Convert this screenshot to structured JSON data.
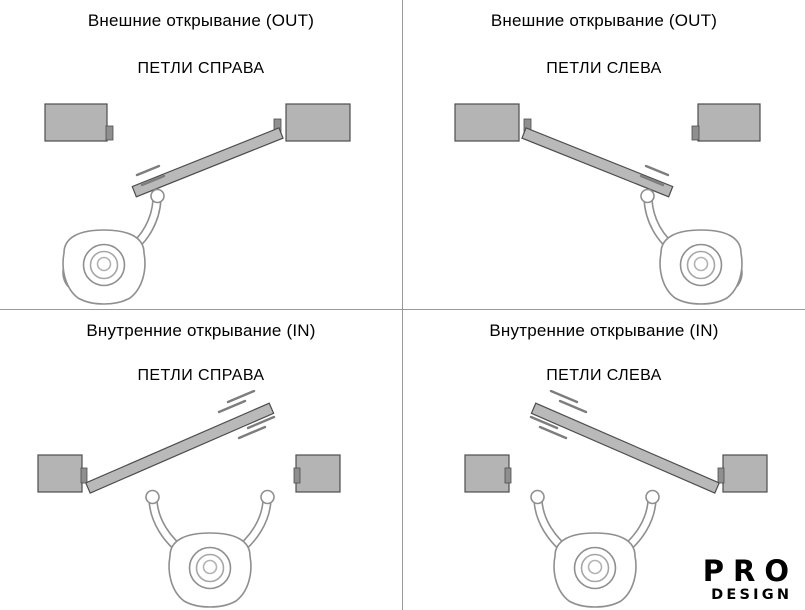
{
  "quadrants": [
    {
      "title": "Внешние открывание (OUT)",
      "subtitle": "ПЕТЛИ СПРАВА",
      "opening": "out",
      "hinges": "right"
    },
    {
      "title": "Внешние открывание (OUT)",
      "subtitle": "ПЕТЛИ СЛЕВА",
      "opening": "out",
      "hinges": "left"
    },
    {
      "title": "Внутренние открывание (IN)",
      "subtitle": "ПЕТЛИ СПРАВА",
      "opening": "in",
      "hinges": "right"
    },
    {
      "title": "Внутренние открывание (IN)",
      "subtitle": "ПЕТЛИ СЛЕВА",
      "opening": "in",
      "hinges": "left"
    }
  ],
  "logo": {
    "line1": "PRO",
    "line2": "DESIGN"
  },
  "colors": {
    "wall_fill": "#b4b4b4",
    "door_fill": "#b9b9b9",
    "outline": "#4d4d4d",
    "figure_stroke": "#8f8f8f",
    "divider": "#9a9a9a",
    "text": "#000000",
    "background": "#ffffff"
  }
}
